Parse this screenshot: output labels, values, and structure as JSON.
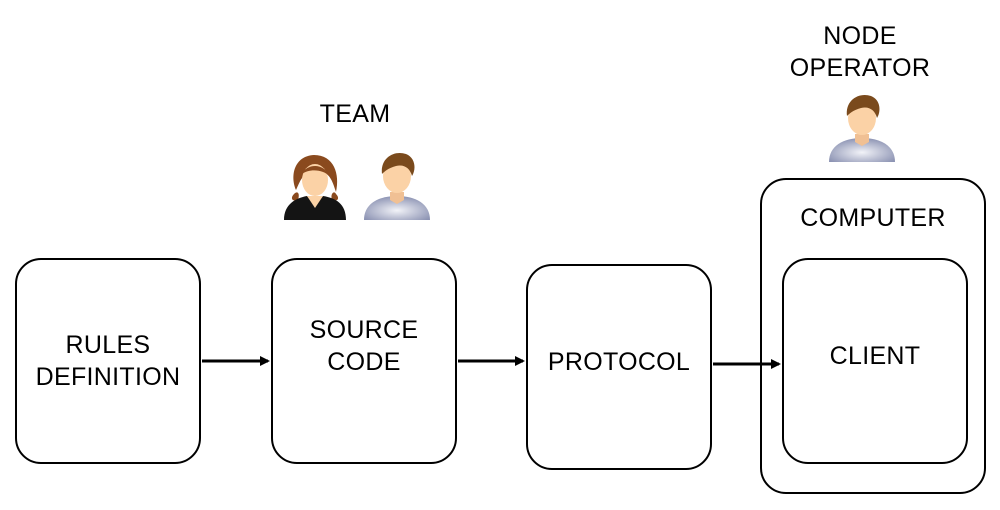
{
  "labels": {
    "team": "TEAM",
    "node_operator": "NODE\nOPERATOR",
    "rules_definition": "RULES\nDEFINITION",
    "source_code": "SOURCE\nCODE",
    "protocol": "PROTOCOL",
    "computer": "COMPUTER",
    "client": "CLIENT"
  },
  "icons": {
    "team_members": [
      "woman-user-icon",
      "man-user-icon"
    ],
    "node_operator": "man-user-icon"
  },
  "colors": {
    "stroke": "#000000",
    "background": "#ffffff",
    "woman_hair": "#8a4a1e",
    "woman_suit": "#141414",
    "man_hair": "#7a4a1c",
    "man_shirt": "#8c93b3",
    "skin": "#fbd2a6"
  }
}
